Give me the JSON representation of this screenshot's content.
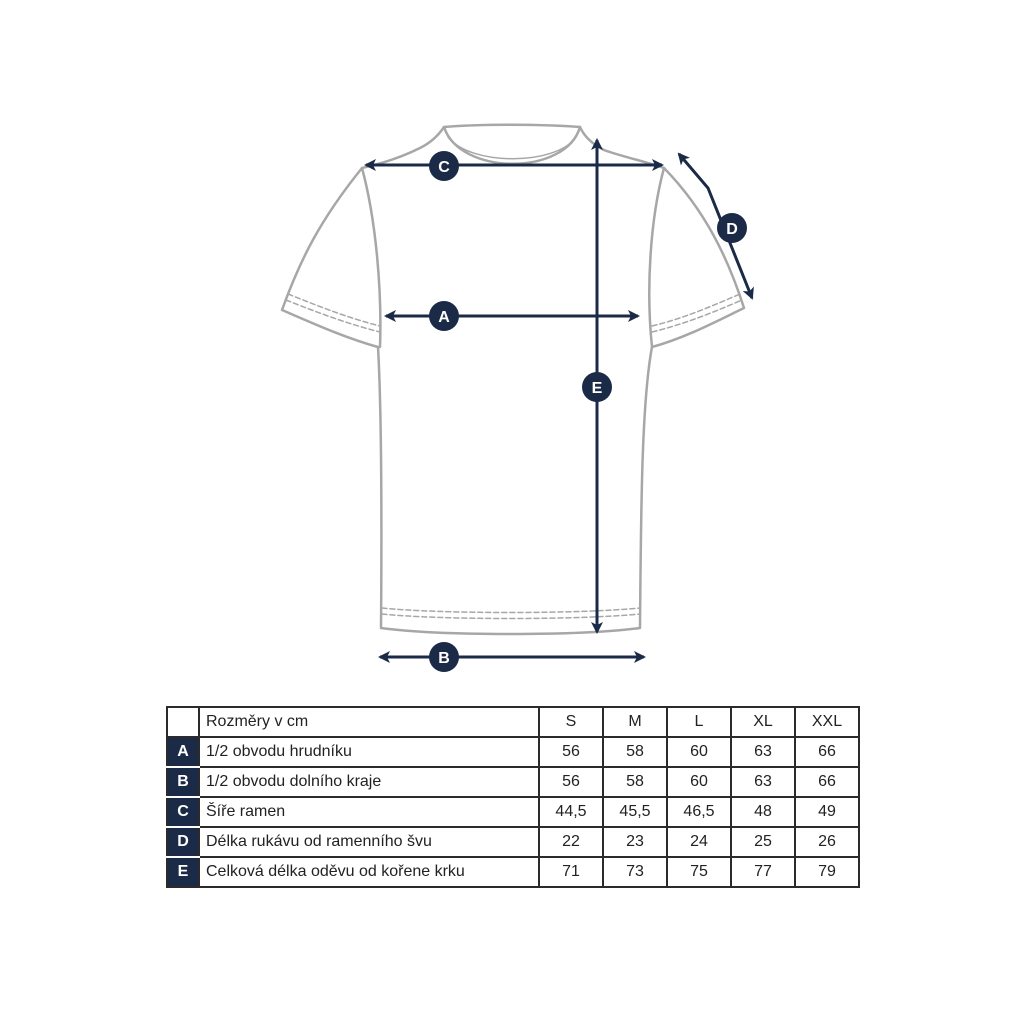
{
  "diagram": {
    "markers": [
      {
        "id": "C",
        "label": "C"
      },
      {
        "id": "D",
        "label": "D"
      },
      {
        "id": "A",
        "label": "A"
      },
      {
        "id": "E",
        "label": "E"
      },
      {
        "id": "B",
        "label": "B"
      }
    ]
  },
  "table": {
    "header_label": "Rozměry v cm",
    "sizes": [
      "S",
      "M",
      "L",
      "XL",
      "XXL"
    ],
    "rows": [
      {
        "letter": "A",
        "label": "1/2 obvodu hrudníku",
        "values": [
          "56",
          "58",
          "60",
          "63",
          "66"
        ]
      },
      {
        "letter": "B",
        "label": "1/2 obvodu dolního kraje",
        "values": [
          "56",
          "58",
          "60",
          "63",
          "66"
        ]
      },
      {
        "letter": "C",
        "label": "Šíře ramen",
        "values": [
          "44,5",
          "45,5",
          "46,5",
          "48",
          "49"
        ]
      },
      {
        "letter": "D",
        "label": "Délka rukávu od ramenního švu",
        "values": [
          "22",
          "23",
          "24",
          "25",
          "26"
        ]
      },
      {
        "letter": "E",
        "label": "Celková délka oděvu od kořene krku",
        "values": [
          "71",
          "73",
          "75",
          "77",
          "79"
        ]
      }
    ]
  },
  "colors": {
    "navy": "#1b2a47",
    "garment_outline": "#a7a7a7",
    "table_border": "#2b2b2b"
  }
}
